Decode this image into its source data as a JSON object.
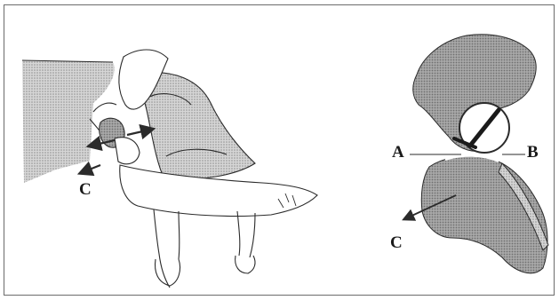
{
  "labels": {
    "left_c": "C",
    "right_a": "A",
    "right_b": "B",
    "right_c": "C"
  },
  "colors": {
    "line": "#2b2b2b",
    "shade": "#9c9c9c",
    "shade_light": "#c4c4c4",
    "background": "#ffffff"
  }
}
